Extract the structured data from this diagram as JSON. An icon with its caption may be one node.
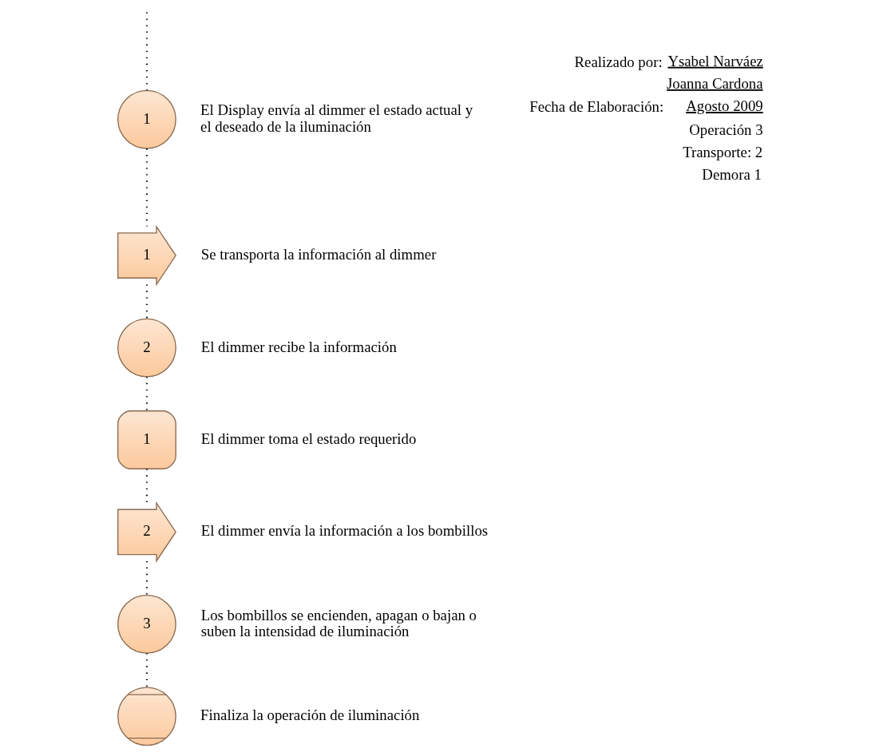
{
  "diagram": {
    "nodes": [
      {
        "text": [
          "1"
        ],
        "beside": [
          "El Display envía al dimmer el estado actual y el deseado de la iluminación"
        ]
      },
      {
        "text": [
          "1"
        ],
        "beside": [
          "Se transporta la información al dimmer"
        ]
      },
      {
        "text": [
          "2"
        ],
        "beside": [
          "El dimmer recibe la información"
        ]
      },
      {
        "text": [
          "1"
        ],
        "beside": [
          "El dimmer toma el estado requerido"
        ]
      },
      {
        "text": [
          "2"
        ],
        "beside": [
          "El dimmer envía la información a los bombillos"
        ]
      },
      {
        "text": [
          "3"
        ],
        "beside": [
          "Los bombillos se encienden, apagan o bajan o suben la intensidad de iluminación"
        ]
      },
      {
        "text": [],
        "shape": "circle",
        "beside": [
          "Finaliza la operación de iluminación"
        ]
      }
    ],
    "edges": [
      {
        "from": null,
        "to": 0,
        "arrow": "none"
      },
      {
        "from": 0,
        "to": 1,
        "arrow": "none"
      },
      {
        "from": 1,
        "to": 2,
        "arrow": "none"
      },
      {
        "from": 2,
        "to": 3,
        "arrow": "none"
      },
      {
        "from": 3,
        "to": 4,
        "arrow": "none"
      },
      {
        "from": 4,
        "to": 5,
        "arrow": "none"
      },
      {
        "from": 5,
        "to": 6,
        "arrow": "none"
      }
    ],
    "labels": [
      "Realizado por:",
      "Ysabel Narváez",
      "Joanna Cardona",
      "Fecha de Elaboración:",
      "Agosto 2009",
      "Operación 3",
      "Transporte: 2",
      "Demora 1"
    ]
  }
}
